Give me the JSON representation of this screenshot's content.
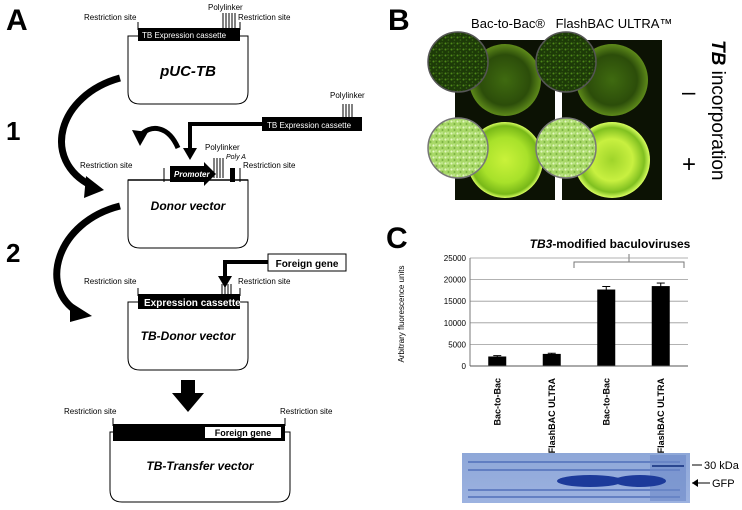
{
  "panel_a": {
    "letter": "A",
    "steps": [
      "1",
      "2"
    ],
    "puc": {
      "restriction_left": "Restriction site",
      "restriction_right": "Restriction site",
      "polylinker": "Polylinker",
      "cassette": "TB Expression cassette",
      "name": "pUC-TB"
    },
    "insert": {
      "polylinker": "Polylinker",
      "cassette": "TB Expression cassette"
    },
    "donor": {
      "restriction_left": "Restriction site",
      "restriction_right": "Restriction site",
      "polylinker": "Polylinker",
      "polya": "Poly A",
      "promoter": "Promoter",
      "name": "Donor vector"
    },
    "foreign_gene": "Foreign gene",
    "tb_donor": {
      "restriction_left": "Restriction site",
      "restriction_right": "Restriction site",
      "cassette": "Expression cassette",
      "name": "TB-Donor vector"
    },
    "transfer": {
      "restriction_left": "Restriction site",
      "restriction_right": "Restriction site",
      "foreign_gene": "Foreign gene",
      "name": "TB-Transfer vector"
    }
  },
  "panel_b": {
    "letter": "B",
    "col_left": "Bac-to-Bac®",
    "col_right": "FlashBAC ULTRA™",
    "side_italic": "TB",
    "side_text": " incorporation",
    "minus": "–",
    "plus": "+"
  },
  "panel_c": {
    "letter": "C",
    "group_label_italic": "TB3",
    "group_label_rest": "-modified baculoviruses",
    "gel": {
      "marker_label": "30 kDa",
      "band_label": "GFP"
    }
  },
  "chart_data": {
    "type": "bar",
    "categories": [
      "Bac-to-Bac",
      "FlashBAC ULTRA",
      "Bac-to-Bac",
      "FlashBAC ULTRA"
    ],
    "values": [
      2200,
      2800,
      17700,
      18500
    ],
    "errors": [
      200,
      150,
      700,
      700
    ],
    "ylabel": "Arbitrary fluorescence units",
    "ylim": [
      0,
      25000
    ],
    "yticks": [
      "0",
      "5000",
      "10000",
      "15000",
      "20000",
      "25000"
    ],
    "grid": true,
    "color": "#000000"
  }
}
